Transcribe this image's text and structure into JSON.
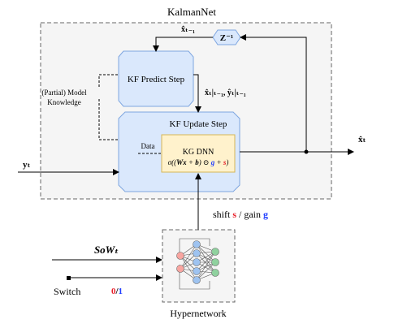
{
  "kalmannet": {
    "title": "KalmanNet"
  },
  "blocks": {
    "z_inverse": "Z⁻¹",
    "predict": "KF Predict Step",
    "update": "KF Update Step",
    "kg_title": "KG DNN",
    "kg_formula": "σ((Wx + b) ⊙ g + s)"
  },
  "signals": {
    "x_prev": "x̂ₜ₋₁",
    "predictions": "x̂ₜ|ₜ₋₁, ŷₜ|ₜ₋₁",
    "x_out": "x̂ₜ",
    "y_in": "yₜ",
    "data": "Data",
    "model_knowledge_1": "(Partial) Model",
    "model_knowledge_2": "Knowledge"
  },
  "hyper": {
    "title": "Hypernetwork",
    "shift_label": "shift",
    "shift_sym": "s",
    "separator": "/",
    "gain_label": "gain",
    "gain_sym": "g",
    "sow_label": "SoWₜ",
    "switch_label": "Switch",
    "switch_0": "0",
    "switch_slash": "/",
    "switch_1": "1"
  },
  "colors": {
    "block_fill": "#dae8fc",
    "block_stroke": "#7ea6e0",
    "kg_fill": "#fff2cc",
    "kg_stroke": "#d6b656",
    "outer_fill": "#f5f5f5",
    "red": "#e8202a",
    "blue": "#1f3cff",
    "node_red": "#f8a5a0",
    "node_blue": "#9ec3f0",
    "node_green": "#8fd19e"
  }
}
